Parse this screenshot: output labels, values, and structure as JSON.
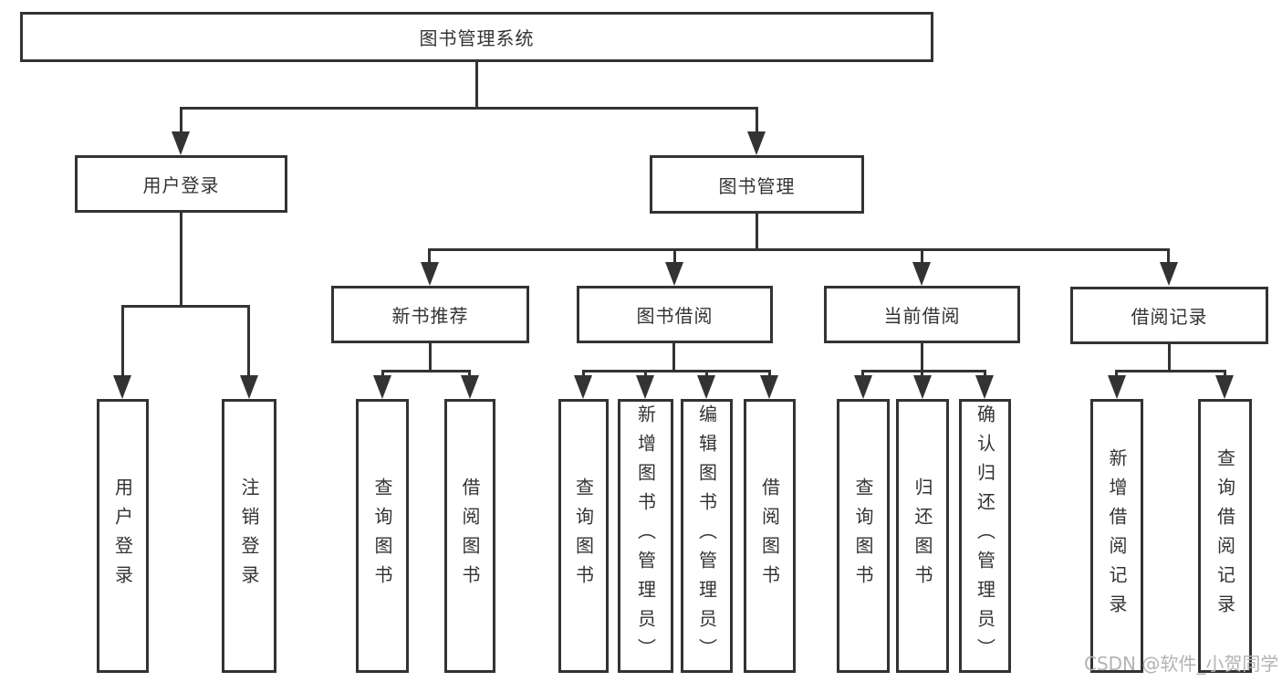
{
  "diagram": {
    "root": "图书管理系统",
    "branches": [
      {
        "label": "用户登录",
        "children": [
          "用户登录",
          "注销登录"
        ]
      },
      {
        "label": "图书管理",
        "groups": [
          {
            "label": "新书推荐",
            "children": [
              "查询图书",
              "借阅图书"
            ]
          },
          {
            "label": "图书借阅",
            "children": [
              "查询图书",
              "新增图书（管理员）",
              "编辑图书（管理员）",
              "借阅图书"
            ]
          },
          {
            "label": "当前借阅",
            "children": [
              "查询图书",
              "归还图书",
              "确认归还（管理员）"
            ]
          },
          {
            "label": "借阅记录",
            "children": [
              "新增借阅记录",
              "查询借阅记录"
            ]
          }
        ]
      }
    ]
  },
  "watermark": "CSDN @软件_小贺同学",
  "colors": {
    "line": "#333333",
    "text": "#333333",
    "watermark": "#b3b3b3",
    "background": "#ffffff"
  }
}
